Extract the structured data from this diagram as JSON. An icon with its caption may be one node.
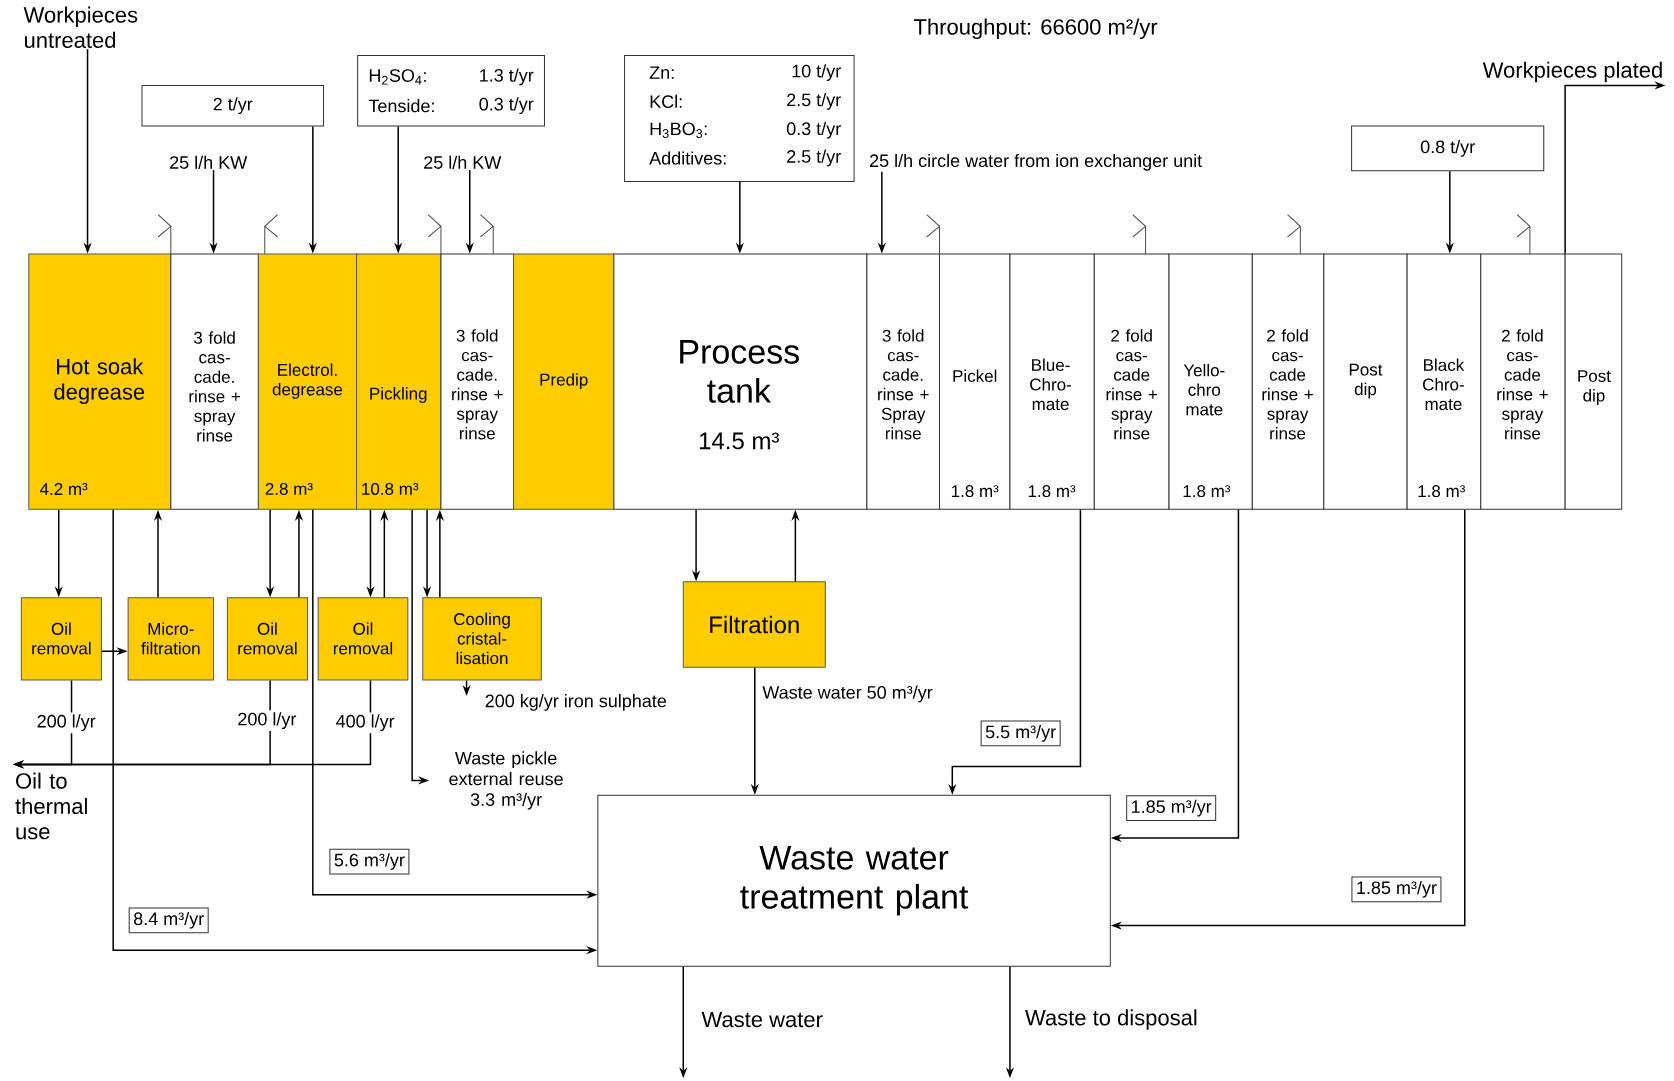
{
  "diagram": {
    "nodes": [
      {
        "text": [
          "Workpieces untreated"
        ]
      },
      {
        "text": [
          "2 t/yr"
        ]
      },
      {
        "text": [
          "H$_{2}$SO$_{4}$:",
          "1.3 t/yr",
          "Tenside:",
          "0.3 t/yr"
        ]
      },
      {
        "text": [
          "Zn:",
          "10 t/yr",
          "KCl:",
          "2.5 t/yr",
          "H$_{3}$BO$_{3}$:",
          "0.3 t/yr",
          "Additives:",
          "2.5 t/yr"
        ]
      },
      {
        "text": [
          "25 l/h KW"
        ]
      },
      {
        "text": [
          "25 l/h KW"
        ]
      },
      {
        "text": [
          "25 l/h circle water from ion exchanger unit"
        ]
      },
      {
        "text": [
          "0.8 t/yr"
        ]
      },
      {
        "text": [
          "Workpieces plated"
        ]
      },
      {
        "text": [
          "Hot soak degrease",
          "4.2 m³"
        ]
      },
      {
        "text": [
          "3 fold cas- cade. rinse + spray rinse"
        ]
      },
      {
        "text": [
          "Electrol. degrease",
          "2.8 m³"
        ]
      },
      {
        "text": [
          "Pickling",
          "10.8 m³"
        ]
      },
      {
        "text": [
          "3 fold cas- cade. rinse + spray rinse"
        ]
      },
      {
        "text": [
          "Predip"
        ]
      },
      {
        "text": [
          "Process tank",
          "14.5 m³"
        ]
      },
      {
        "text": [
          "3 fold cas- cade. rinse + Spray rinse"
        ]
      },
      {
        "text": [
          "Pickel",
          "1.8 m³"
        ]
      },
      {
        "text": [
          "Blue- Chro- mate",
          "1.8 m³"
        ]
      },
      {
        "text": [
          "2 fold cas- cade rinse + spray rinse"
        ]
      },
      {
        "text": [
          "Yello- chro mate",
          "1.8 m³"
        ]
      },
      {
        "text": [
          "2 fold cas- cade rinse + spray rinse"
        ]
      },
      {
        "text": [
          "Post dip"
        ]
      },
      {
        "text": [
          "Black Chro- mate",
          "1.8 m³"
        ]
      },
      {
        "text": [
          "2 fold cas- cade rinse + spray rinse"
        ]
      },
      {
        "text": [
          "Post dip"
        ]
      },
      {
        "text": [
          "Oil removal"
        ]
      },
      {
        "text": [
          "Micro- filtration"
        ]
      },
      {
        "text": [
          "Oil removal"
        ]
      },
      {
        "text": [
          "Oil removal"
        ]
      },
      {
        "text": [
          "Cooling cristal- lisation"
        ]
      },
      {
        "text": [
          "Filtration"
        ]
      },
      {
        "text": [
          "Waste water treatment plant"
        ]
      },
      {
        "text": [
          "Oil to thermal use"
        ]
      },
      {
        "text": [
          "Waste pickle external reuse 3.3 m³/yr"
        ]
      }
    ],
    "edges": [
      {
        "from": 0,
        "to": 9,
        "arrow": "to"
      },
      {
        "from": 1,
        "to": 11,
        "arrow": "to"
      },
      {
        "from": 2,
        "to": 12,
        "arrow": "to"
      },
      {
        "from": 3,
        "to": 15,
        "arrow": "to"
      },
      {
        "from": 4,
        "to": 10,
        "arrow": "to"
      },
      {
        "from": 5,
        "to": 13,
        "arrow": "to"
      },
      {
        "from": 6,
        "to": 16,
        "arrow": "to"
      },
      {
        "from": 7,
        "to": 23,
        "arrow": "to"
      },
      {
        "from": 25,
        "to": 8,
        "arrow": "to"
      },
      {
        "from": 9,
        "to": 26,
        "arrow": "to"
      },
      {
        "from": 26,
        "to": 27,
        "arrow": "to"
      },
      {
        "from": 27,
        "to": 9,
        "arrow": "to"
      },
      {
        "from": 11,
        "to": 28,
        "arrow": "to"
      },
      {
        "from": 28,
        "to": 11,
        "arrow": "to"
      },
      {
        "from": 12,
        "to": 29,
        "arrow": "to"
      },
      {
        "from": 29,
        "to": 12,
        "arrow": "to"
      },
      {
        "from": 12,
        "to": 30,
        "arrow": "to"
      },
      {
        "from": 30,
        "to": 12,
        "arrow": "to"
      },
      {
        "from": 12,
        "to": 34,
        "arrow": "to"
      },
      {
        "from": 30,
        "to": null,
        "arrow": "to",
        "label": "200 kg/yr iron sulphate"
      },
      {
        "from": 26,
        "to": 33,
        "arrow": "to",
        "label": "200 l/yr"
      },
      {
        "from": 28,
        "to": 33,
        "arrow": "to",
        "label": "200 l/yr"
      },
      {
        "from": 29,
        "to": 33,
        "arrow": "to",
        "label": "400 l/yr"
      },
      {
        "from": 15,
        "to": 31,
        "arrow": "to"
      },
      {
        "from": 31,
        "to": 15,
        "arrow": "to"
      },
      {
        "from": 31,
        "to": 32,
        "arrow": "to",
        "label": "Waste water 50 m³/yr"
      },
      {
        "from": 18,
        "to": 32,
        "arrow": "to",
        "label": "5.5 m³/yr"
      },
      {
        "from": 20,
        "to": 32,
        "arrow": "to",
        "label": "1.85 m³/yr"
      },
      {
        "from": 23,
        "to": 32,
        "arrow": "to",
        "label": "1.85 m³/yr"
      },
      {
        "from": 11,
        "to": 32,
        "arrow": "to",
        "label": "5.6 m³/yr"
      },
      {
        "from": 9,
        "to": 32,
        "arrow": "to",
        "label": "8.4 m³/yr"
      },
      {
        "from": 32,
        "to": null,
        "arrow": "to",
        "label": "Waste water"
      },
      {
        "from": 32,
        "to": null,
        "arrow": "to",
        "label": "Waste to disposal"
      }
    ],
    "labels": [
      "Throughput: 66600 m²/yr"
    ]
  }
}
